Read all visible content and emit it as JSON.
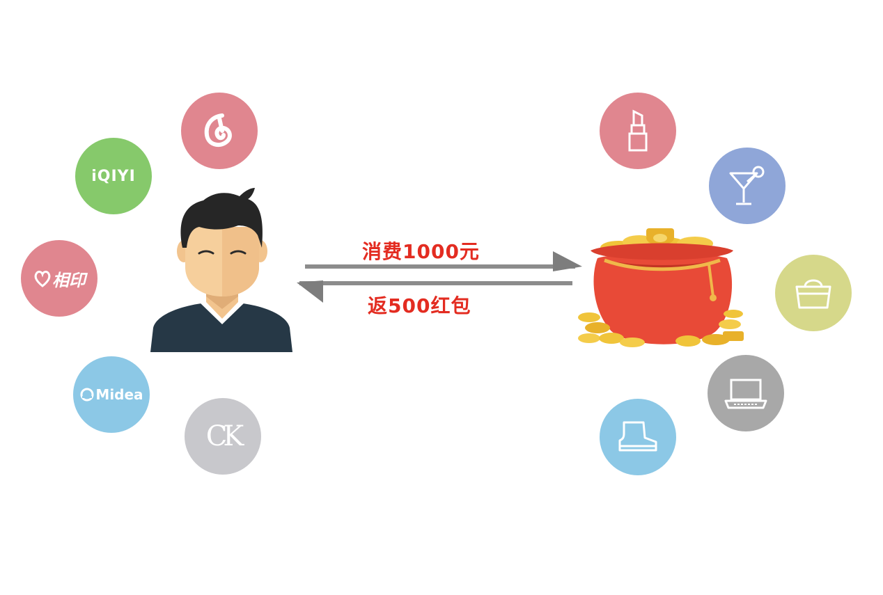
{
  "brands": {
    "netease": "netease-music",
    "iqiyi": "iQIYI",
    "xiangyin": "相印",
    "midea": "Midea",
    "ck": "CK"
  },
  "arrows": {
    "top_label": "消费1000元",
    "bottom_label": "返500红包"
  },
  "colors": {
    "pink": "#e0868f",
    "green": "#86c96b",
    "blue": "#8cc8e6",
    "gray": "#c8c8cc",
    "periwinkle": "#8fa6d8",
    "yellow": "#d6d88a",
    "dark_gray": "#a8a8a8",
    "label_red": "#e32c21"
  }
}
